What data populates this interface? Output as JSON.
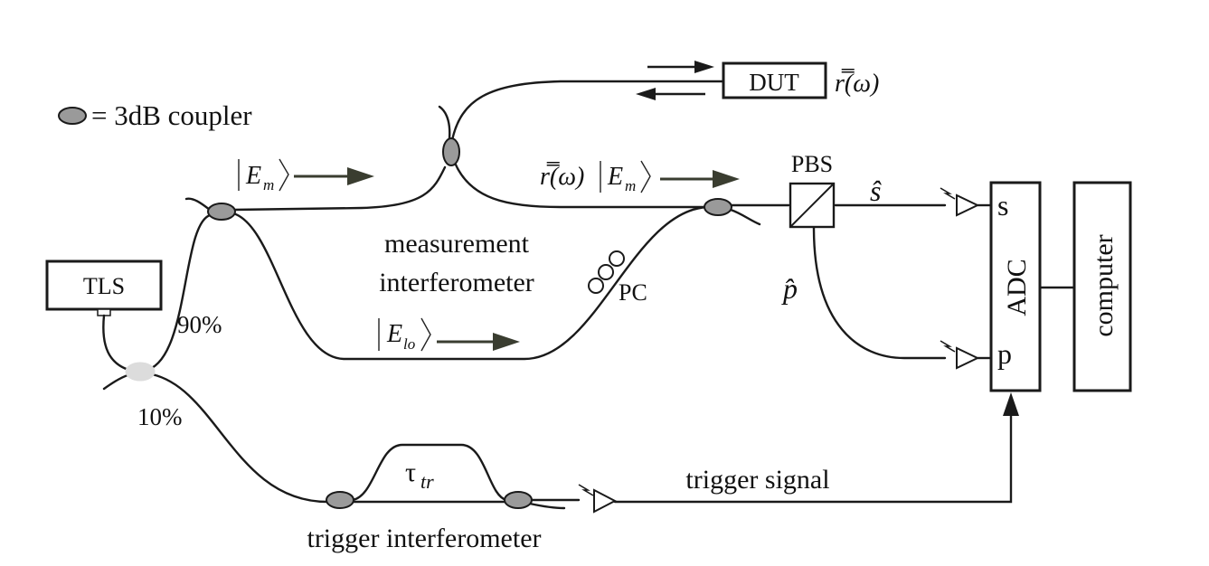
{
  "legend": {
    "text": "= 3dB coupler"
  },
  "components": {
    "tls": "TLS",
    "dut": "DUT",
    "pbs": "PBS",
    "pc": "PC",
    "adc": "ADC",
    "computer": "computer"
  },
  "labels": {
    "split_90": "90%",
    "split_10": "10%",
    "measurement_line1": "measurement",
    "measurement_line2": "interferometer",
    "trigger_interferometer": "trigger interferometer",
    "trigger_signal": "trigger signal",
    "tau": "τ",
    "tau_sub": "tr",
    "adc_s": "s",
    "adc_p": "p",
    "s_hat": "ŝ",
    "p_hat": "p̂",
    "r_omega": "r̿(ω)",
    "r_omega_dut": "r̿(ω)",
    "e_m": "E",
    "e_m_sub": "m",
    "e_m2": "E",
    "e_m2_sub": "m",
    "e_lo": "E",
    "e_lo_sub": "lo"
  }
}
